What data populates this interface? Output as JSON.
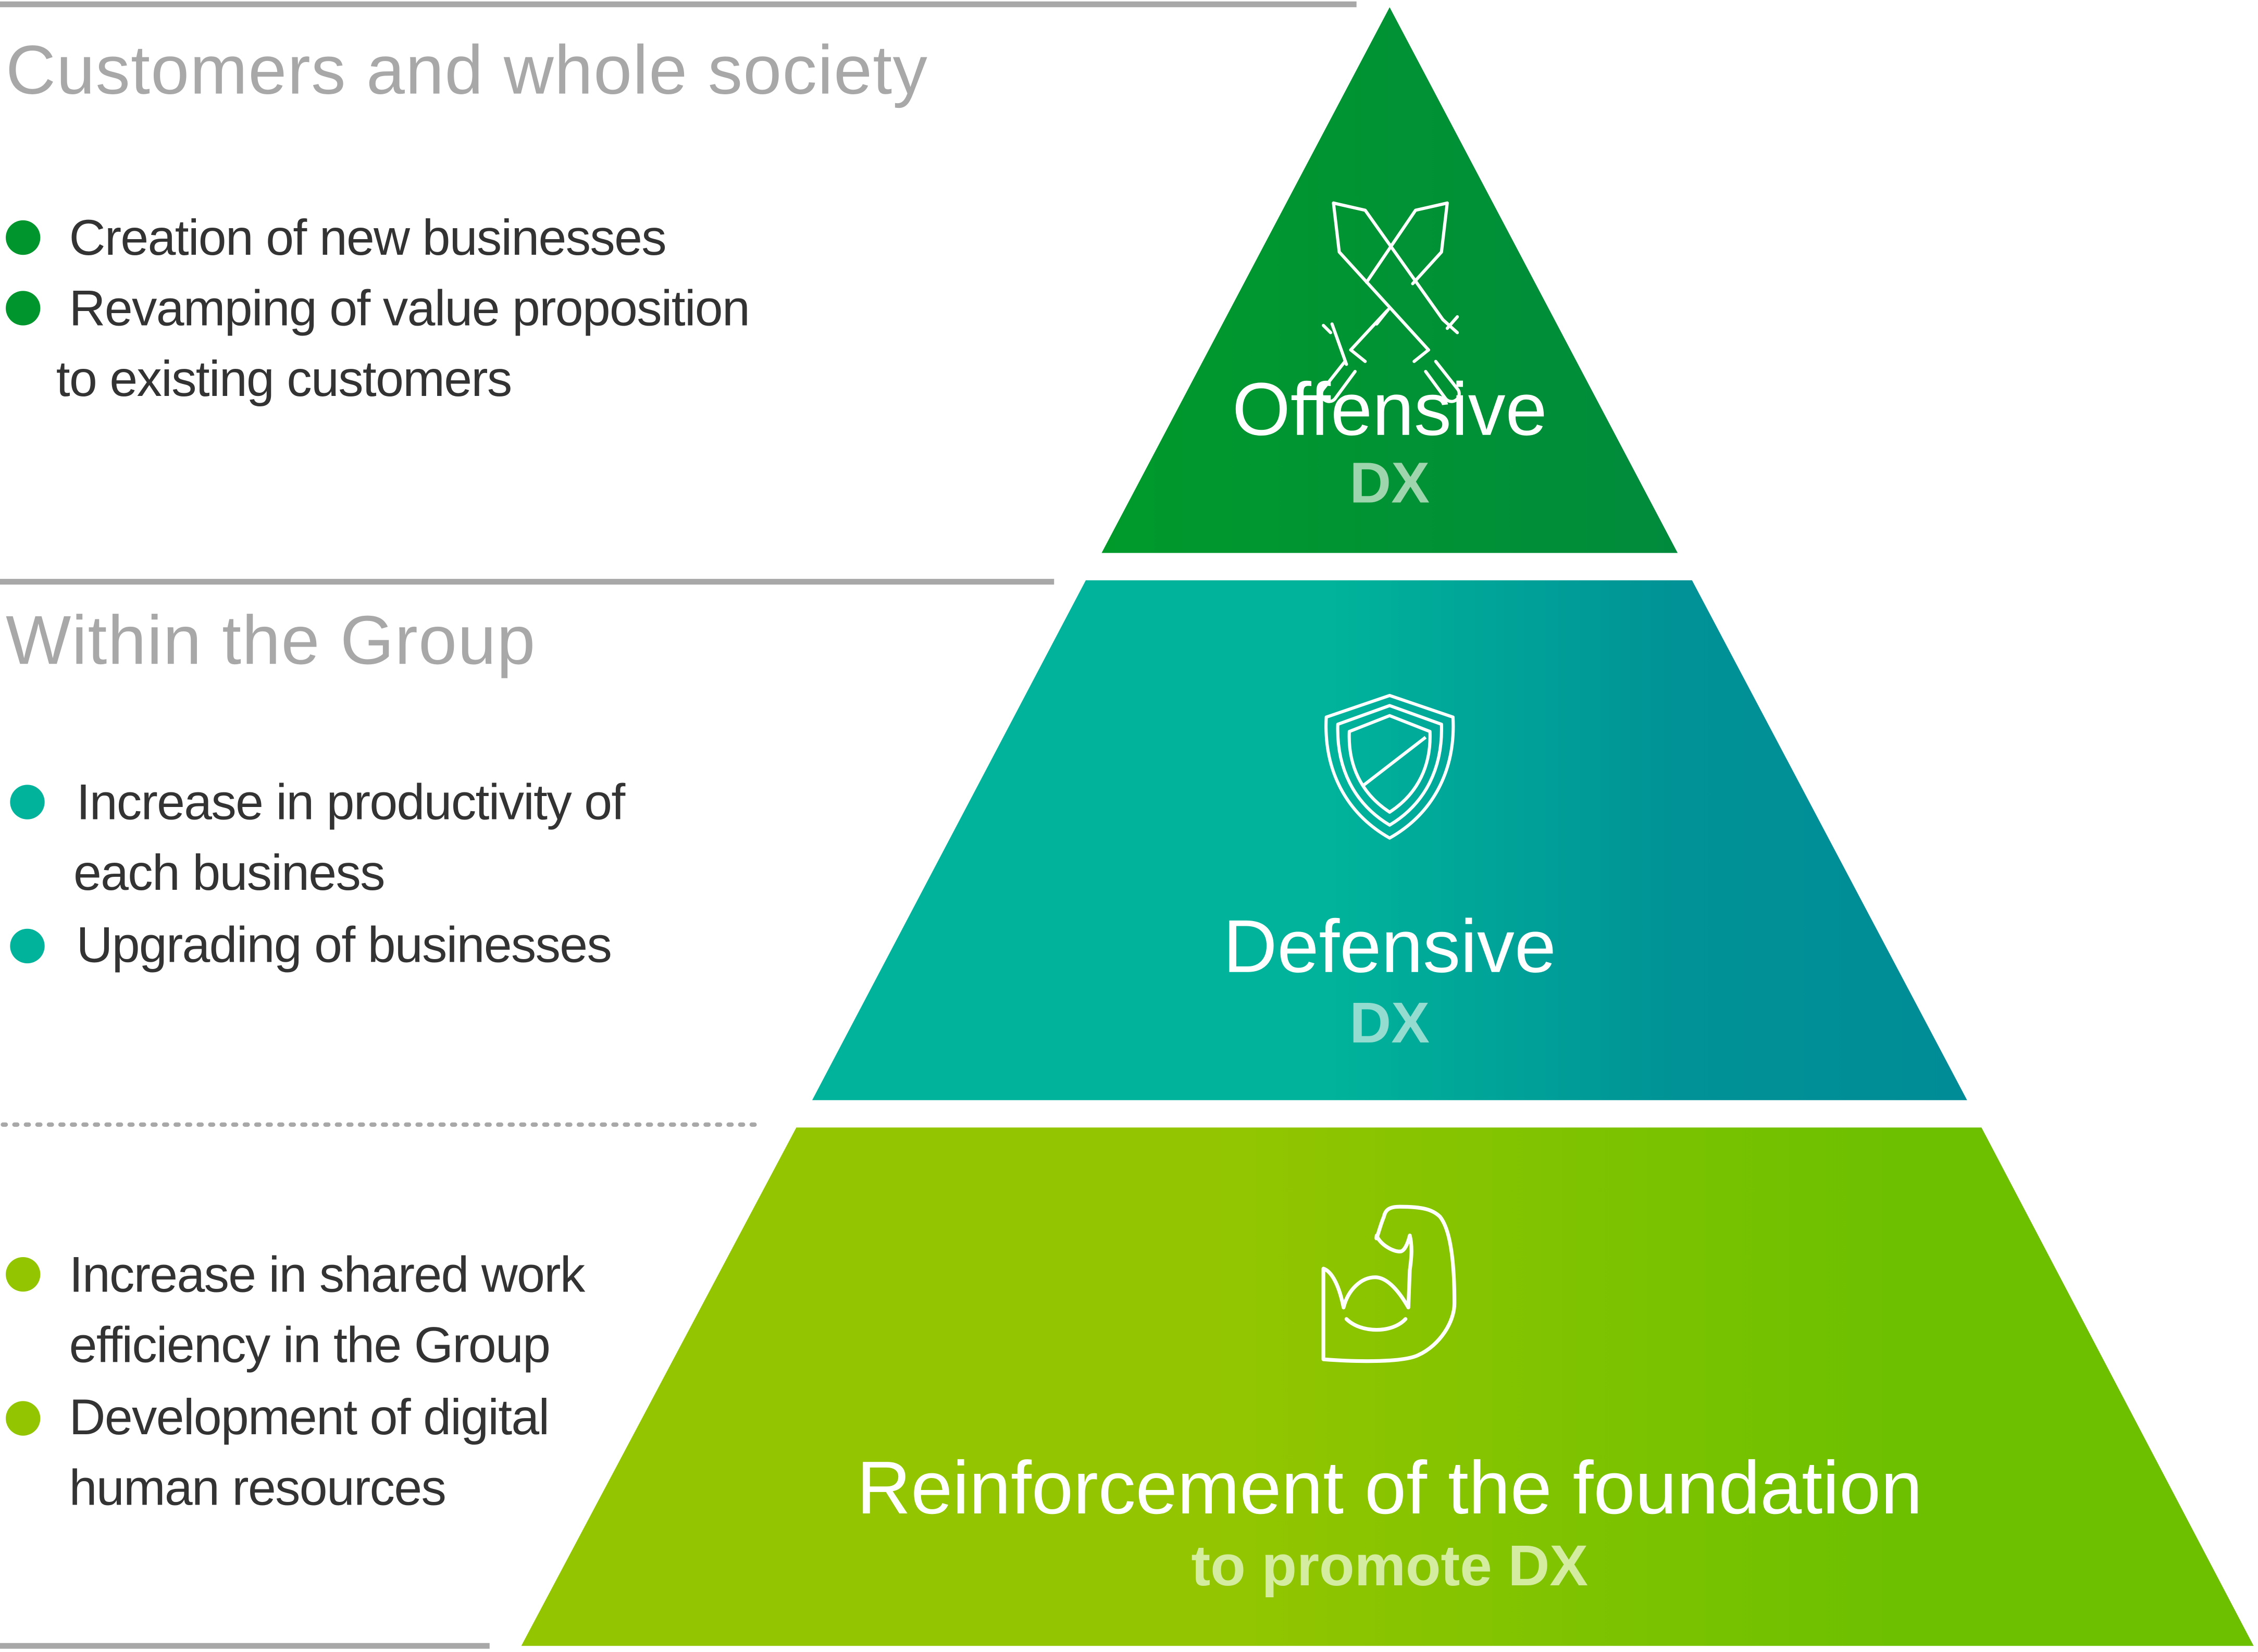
{
  "sections": [
    {
      "heading": "Customers and whole society",
      "bullets": [
        "Creation of new businesses",
        [
          "Revamping of value proposition",
          "to existing customers"
        ]
      ]
    },
    {
      "heading": "Within the Group",
      "bullets": [
        [
          "Increase in productivity of",
          "each business"
        ],
        "Upgrading of businesses"
      ]
    },
    {
      "heading": "",
      "bullets": [
        [
          "Increase in shared work",
          "efficiency in the Group"
        ],
        [
          "Development of digital",
          "human resources"
        ]
      ]
    }
  ],
  "pyramid": [
    {
      "title": "Offensive",
      "subtitle": "DX",
      "icon": "crossed-swords-icon"
    },
    {
      "title": "Defensive",
      "subtitle": "DX",
      "icon": "shield-icon"
    },
    {
      "title": "Reinforcement of the foundation",
      "subtitle": "to promote DX",
      "icon": "flexed-arm-icon"
    }
  ],
  "colors": {
    "offensive": "#00962d",
    "defensive_left": "#00b39a",
    "defensive_right": "#008c96",
    "foundation_left": "#93c600",
    "foundation_right": "#6cc000",
    "heading": "#a8a8a8",
    "text": "#333333"
  }
}
